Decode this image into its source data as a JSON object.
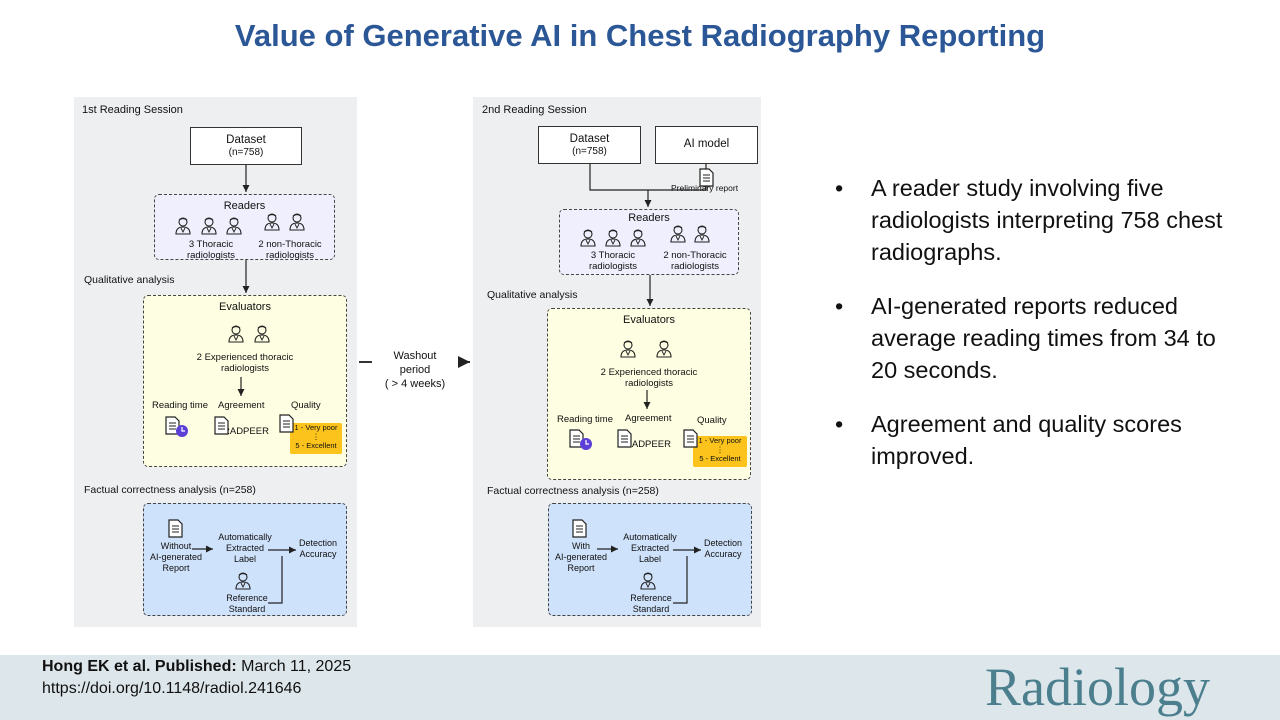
{
  "title": "Value of Generative AI in Chest Radiography Reporting",
  "session1": {
    "heading": "1st Reading Session",
    "dataset": "Dataset",
    "dataset_n": "(n=758)",
    "readers_heading": "Readers",
    "readers_a_1": "3 Thoracic",
    "readers_a_2": "radiologists",
    "readers_b_1": "2 non-Thoracic",
    "readers_b_2": "radiologists",
    "qualitative": "Qualitative analysis",
    "evaluators_heading": "Evaluators",
    "evaluators_1": "2 Experienced thoracic",
    "evaluators_2": "radiologists",
    "reading_time": "Reading time",
    "agreement": "Agreement",
    "quality": "Quality",
    "radpeer": "RADPEER",
    "scale_top": "1 - Very poor",
    "scale_mid": "⋮",
    "scale_bottom": "5 - Excellent",
    "factual": "Factual correctness analysis (n=258)",
    "report_1": "Without",
    "report_2": "AI-generated",
    "report_3": "Report",
    "extracted_1": "Automatically",
    "extracted_2": "Extracted",
    "extracted_3": "Label",
    "reference_1": "Reference",
    "reference_2": "Standard",
    "detection_1": "Detection",
    "detection_2": "Accuracy"
  },
  "washout": {
    "line1": "Washout",
    "line2": "period",
    "line3": "( > 4 weeks)"
  },
  "session2": {
    "heading": "2nd Reading Session",
    "dataset": "Dataset",
    "dataset_n": "(n=758)",
    "ai_model": "AI model",
    "preliminary": "Preliminary report",
    "readers_heading": "Readers",
    "readers_a_1": "3 Thoracic",
    "readers_a_2": "radiologists",
    "readers_b_1": "2 non-Thoracic",
    "readers_b_2": "radiologists",
    "qualitative": "Qualitative analysis",
    "evaluators_heading": "Evaluators",
    "evaluators_1": "2 Experienced thoracic",
    "evaluators_2": "radiologists",
    "reading_time": "Reading time",
    "agreement": "Agreement",
    "quality": "Quality",
    "radpeer": "RADPEER",
    "scale_top": "1 - Very poor",
    "scale_mid": "⋮",
    "scale_bottom": "5 - Excellent",
    "factual": "Factual correctness analysis (n=258)",
    "report_1": "With",
    "report_2": "AI-generated",
    "report_3": "Report",
    "extracted_1": "Automatically",
    "extracted_2": "Extracted",
    "extracted_3": "Label",
    "reference_1": "Reference",
    "reference_2": "Standard",
    "detection_1": "Detection",
    "detection_2": "Accuracy"
  },
  "bullets": [
    {
      "marker": "•",
      "text": "A reader study involving five radiologists interpreting 758 chest radiographs."
    },
    {
      "marker": "•",
      "text": "AI-generated reports reduced average reading times from 34 to 20 seconds."
    },
    {
      "marker": "•",
      "text": "Agreement and quality scores improved."
    }
  ],
  "footer": {
    "authors": "Hong EK et al. Published:",
    "date": " March 11, 2025",
    "doi": "https://doi.org/10.1148/radiol.241646",
    "journal": "Radiology"
  },
  "colors": {
    "title": "#2b5797",
    "readers_bg": "#efeffd",
    "evaluators_bg": "#fefee2",
    "factual_bg": "#cfe2fb",
    "scale_bg": "#fbc31c",
    "clock": "#5b3fd6",
    "logo": "#4b7f8e"
  },
  "icons": [
    "person-icon",
    "document-icon",
    "clock-icon",
    "arrow-icon"
  ]
}
